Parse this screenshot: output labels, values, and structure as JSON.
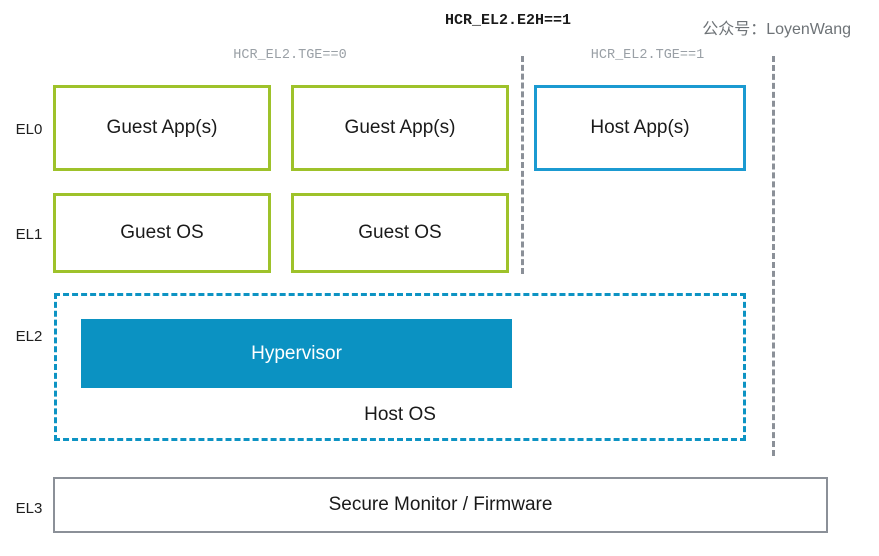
{
  "diagram": {
    "title": "HCR_EL2.E2H==1",
    "watermark": "公众号：LoyenWang",
    "condition_labels": {
      "left": "HCR_EL2.TGE==0",
      "right": "HCR_EL2.TGE==1"
    },
    "exception_levels": [
      {
        "id": "el0",
        "label": "EL0"
      },
      {
        "id": "el1",
        "label": "EL1"
      },
      {
        "id": "el2",
        "label": "EL2"
      },
      {
        "id": "el3",
        "label": "EL3"
      }
    ],
    "blocks": {
      "guest_app_1": "Guest App(s)",
      "guest_app_2": "Guest App(s)",
      "host_app": "Host App(s)",
      "guest_os_1": "Guest OS",
      "guest_os_2": "Guest OS",
      "hypervisor": "Hypervisor",
      "host_os": "Host OS",
      "secure_monitor": "Secure Monitor / Firmware"
    },
    "colors": {
      "guest_border": "#9ec22a",
      "host_border": "#1b9ad1",
      "hypervisor_fill": "#0b92c2",
      "el2_dashed_border": "#0d93c3",
      "monitor_border": "#8b9098",
      "separator": "#8b9098",
      "condition_label_text": "#9aa0a6",
      "watermark_text": "#6e7377"
    }
  }
}
